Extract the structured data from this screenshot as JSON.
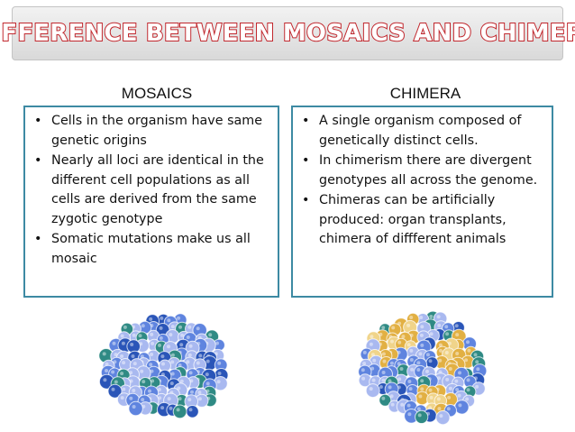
{
  "title": "DIFFERENCE BETWEEN MOSAICS AND CHIMERA",
  "colors": {
    "title_outline": "#c1272d",
    "panel_border": "#3d8aa3",
    "blue_light": "#a9b9f0",
    "blue_mid": "#5f84df",
    "blue_dark": "#2a55b8",
    "teal": "#2f8a84",
    "gold": "#e2b043",
    "gold_light": "#f0d48a"
  },
  "mosaics": {
    "heading": "MOSAICS",
    "bullets": [
      "Cells in the organism have same genetic origins",
      "Nearly all loci are identical in the different cell populations as all cells are derived from the same zygotic genotype",
      "Somatic mutations make us all mosaic"
    ],
    "illustration_icon": "blue-cell-cluster-icon"
  },
  "chimera": {
    "heading": "CHIMERA",
    "bullets": [
      "A single organism composed of genetically distinct cells.",
      "In chimerism there are divergent genotypes all across the genome.",
      "Chimeras can be artificially produced: organ transplants, chimera of diffferent animals"
    ],
    "illustration_icon": "mixed-cell-cluster-icon"
  }
}
